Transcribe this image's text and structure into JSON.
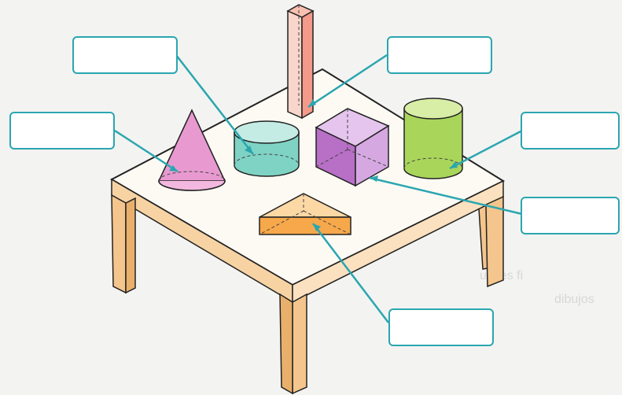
{
  "background_text": {
    "line_1": "ue les fi",
    "line_2": "dibujos"
  },
  "label_boxes": [
    {
      "shape": "rectangular-prism",
      "value": ""
    },
    {
      "shape": "cone",
      "value": ""
    },
    {
      "shape": "cylinder-short",
      "value": ""
    },
    {
      "shape": "cylinder-tall",
      "value": ""
    },
    {
      "shape": "cube",
      "value": ""
    },
    {
      "shape": "triangular-prism",
      "value": ""
    }
  ],
  "colors": {
    "leader_line": "#2aa6b0",
    "box_border": "#2aa6b0",
    "table_top": "#fdfaf4",
    "table_edge": "#f7d3a4",
    "table_leg": "#f4c58c",
    "cone": "#e89ad0",
    "cylinder_short": "#7fd3c4",
    "cube": "#b86fc6",
    "cylinder_tall": "#a9d65a",
    "triangular_prism": "#f7a84a",
    "rectangular_prism": "#f39a8a"
  }
}
